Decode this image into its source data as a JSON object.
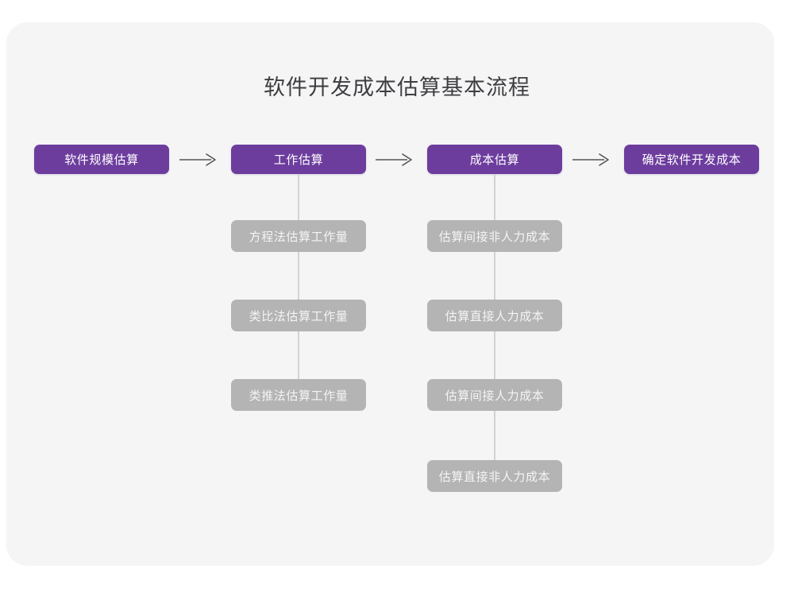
{
  "title": "软件开发成本估算基本流程",
  "colors": {
    "primary": "#6d3d9e",
    "secondary": "#b4b4b4",
    "card_bg": "#f5f5f6",
    "page_bg": "#ffffff",
    "connector": "#d2d2d2",
    "arrow": "#555555",
    "title_text": "#3e3e42"
  },
  "flow": {
    "type": "flowchart",
    "direction": "left-to-right with vertical sub-branches",
    "main_steps": [
      {
        "id": "scale",
        "label": "软件规模估算"
      },
      {
        "id": "effort",
        "label": "工作估算"
      },
      {
        "id": "cost",
        "label": "成本估算"
      },
      {
        "id": "final",
        "label": "确定软件开发成本"
      }
    ],
    "arrows": [
      {
        "id": "arrow-1",
        "from": "scale",
        "to": "effort",
        "glyph": "arrow-right-icon"
      },
      {
        "id": "arrow-2",
        "from": "effort",
        "to": "cost",
        "glyph": "arrow-right-icon"
      },
      {
        "id": "arrow-3",
        "from": "cost",
        "to": "final",
        "glyph": "arrow-right-icon"
      }
    ],
    "branches": [
      {
        "parent": "effort",
        "items": [
          {
            "id": "eq",
            "label": "方程法估算工作量"
          },
          {
            "id": "ana",
            "label": "类比法估算工作量"
          },
          {
            "id": "ded",
            "label": "类推法估算工作量"
          }
        ]
      },
      {
        "parent": "cost",
        "items": [
          {
            "id": "indirect-non",
            "label": "估算间接非人力成本"
          },
          {
            "id": "direct-labor",
            "label": "估算直接人力成本"
          },
          {
            "id": "indirect-labor",
            "label": "估算间接人力成本"
          },
          {
            "id": "direct-non",
            "label": "估算直接非人力成本"
          }
        ]
      }
    ]
  }
}
